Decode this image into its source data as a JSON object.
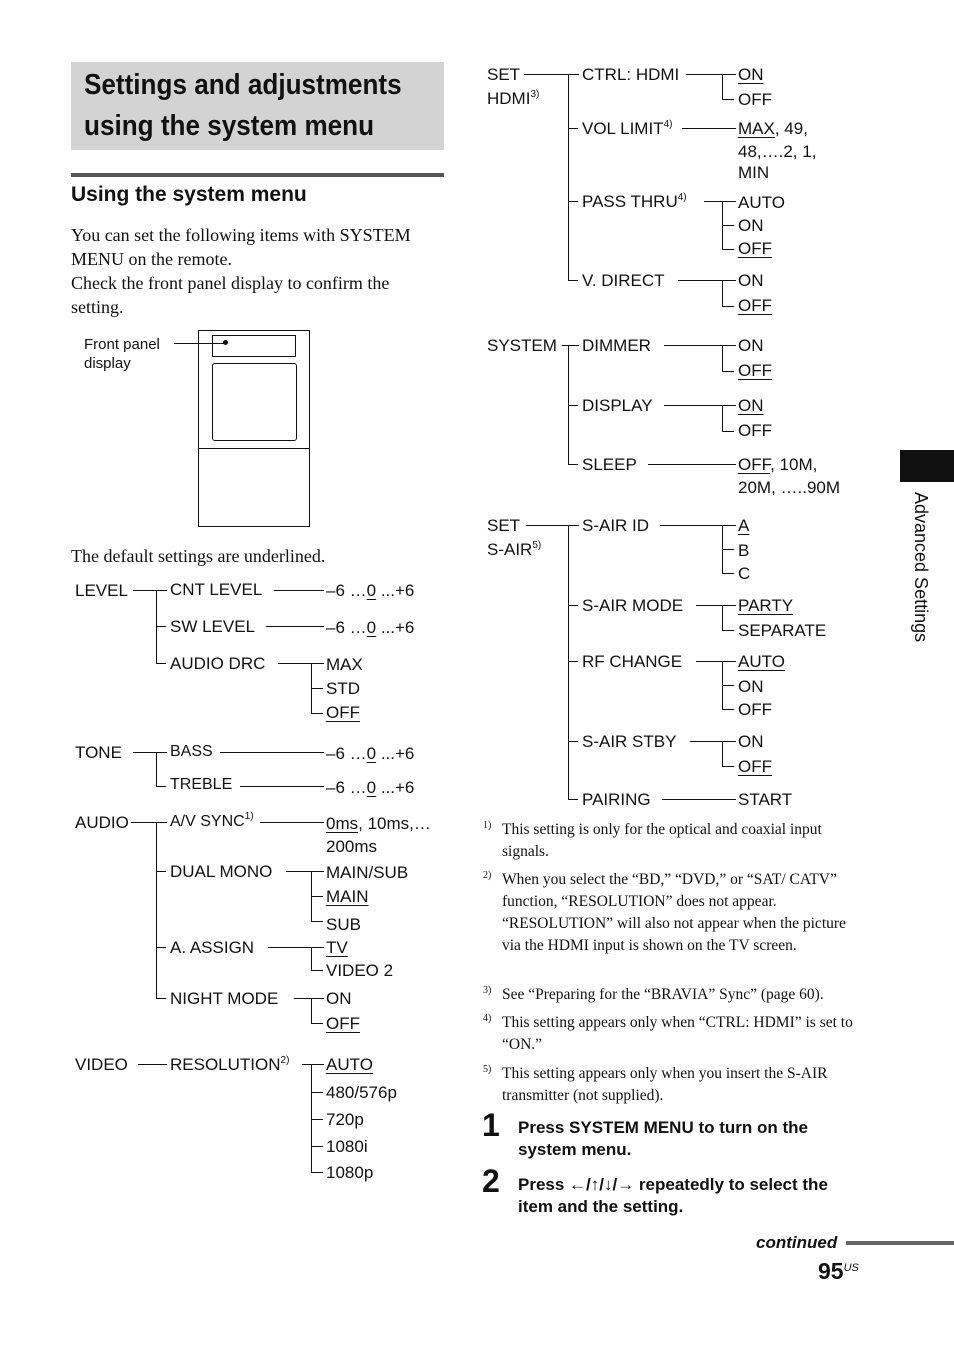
{
  "title": {
    "line1": "Settings and adjustments",
    "line2": "using the system menu"
  },
  "subheading": "Using the system menu",
  "intro": {
    "l1": "You can set the following items with SYSTEM",
    "l2": "MENU on the remote.",
    "l3": "Check the front panel display to confirm the",
    "l4": "setting."
  },
  "figure": {
    "label1": "Front panel",
    "label2": "display"
  },
  "default_note": "The default settings are underlined.",
  "tree": {
    "level": "LEVEL",
    "cnt_level": "CNT LEVEL",
    "sw_level": "SW LEVEL",
    "audio_drc": "AUDIO DRC",
    "range_a": "–6 …",
    "range_zero": "0",
    "range_b": " ...+6",
    "max": "MAX",
    "std": "STD",
    "off": "OFF",
    "on": "ON",
    "tone": "TONE",
    "bass": "BASS",
    "treble": "TREBLE",
    "audio": "AUDIO",
    "av_sync": "A/V SYNC",
    "fn1": "1)",
    "ms0": "0ms",
    "ms_rest": ", 10ms,…",
    "ms200": "200ms",
    "dual_mono": "DUAL MONO",
    "main_sub": "MAIN/SUB",
    "main": "MAIN",
    "sub": "SUB",
    "a_assign": "A. ASSIGN",
    "tv": "TV",
    "video2": "VIDEO 2",
    "night_mode": "NIGHT MODE",
    "video": "VIDEO",
    "resolution": "RESOLUTION",
    "fn2": "2)",
    "auto": "AUTO",
    "r480": "480/576p",
    "r720": "720p",
    "r1080i": "1080i",
    "r1080p": "1080p",
    "set1": "SET",
    "hdmi": "HDMI",
    "fn3": "3)",
    "ctrl_hdmi": "CTRL: HDMI",
    "vol_limit": "VOL LIMIT",
    "fn4": "4)",
    "vol_max": "MAX",
    "vol_l1": ", 49,",
    "vol_l2": "48,….2, 1,",
    "vol_l3": "MIN",
    "pass_thru": "PASS THRU",
    "v_direct": "V. DIRECT",
    "system": "SYSTEM",
    "dimmer": "DIMMER",
    "display": "DISPLAY",
    "sleep": "SLEEP",
    "sleep_rest": ", 10M,",
    "sleep_l2": "20M, …..90M",
    "sair_set": "SET",
    "sair": "S-AIR",
    "fn5": "5)",
    "sair_id": "S-AIR ID",
    "a": "A",
    "b": "B",
    "c": "C",
    "sair_mode": "S-AIR MODE",
    "party": "PARTY",
    "separate": "SEPARATE",
    "rf_change": "RF CHANGE",
    "sair_stby": "S-AIR STBY",
    "pairing": "PAIRING",
    "start": "START"
  },
  "footnotes": [
    {
      "num": "1)",
      "text": "This setting is only for the optical and coaxial input signals."
    },
    {
      "num": "2)",
      "text": "When you select the “BD,” “DVD,” or “SAT/ CATV” function, “RESOLUTION” does not appear. “RESOLUTION” will also not appear when the picture via the HDMI input is shown on the TV screen."
    },
    {
      "num": "3)",
      "text": "See “Preparing for the “BRAVIA” Sync” (page 60)."
    },
    {
      "num": "4)",
      "text": "This setting appears only when “CTRL: HDMI” is set to “ON.”"
    },
    {
      "num": "5)",
      "text": "This setting appears only when you insert the S-AIR transmitter (not supplied)."
    }
  ],
  "steps": [
    {
      "num": "1",
      "text": "Press SYSTEM MENU to turn on the system menu."
    },
    {
      "num": "2",
      "text": "Press ←/↑/↓/→ repeatedly to select the item and the setting."
    }
  ],
  "continued": "continued",
  "page": {
    "number": "95",
    "suffix": "US"
  },
  "side_tab": "Advanced Settings"
}
